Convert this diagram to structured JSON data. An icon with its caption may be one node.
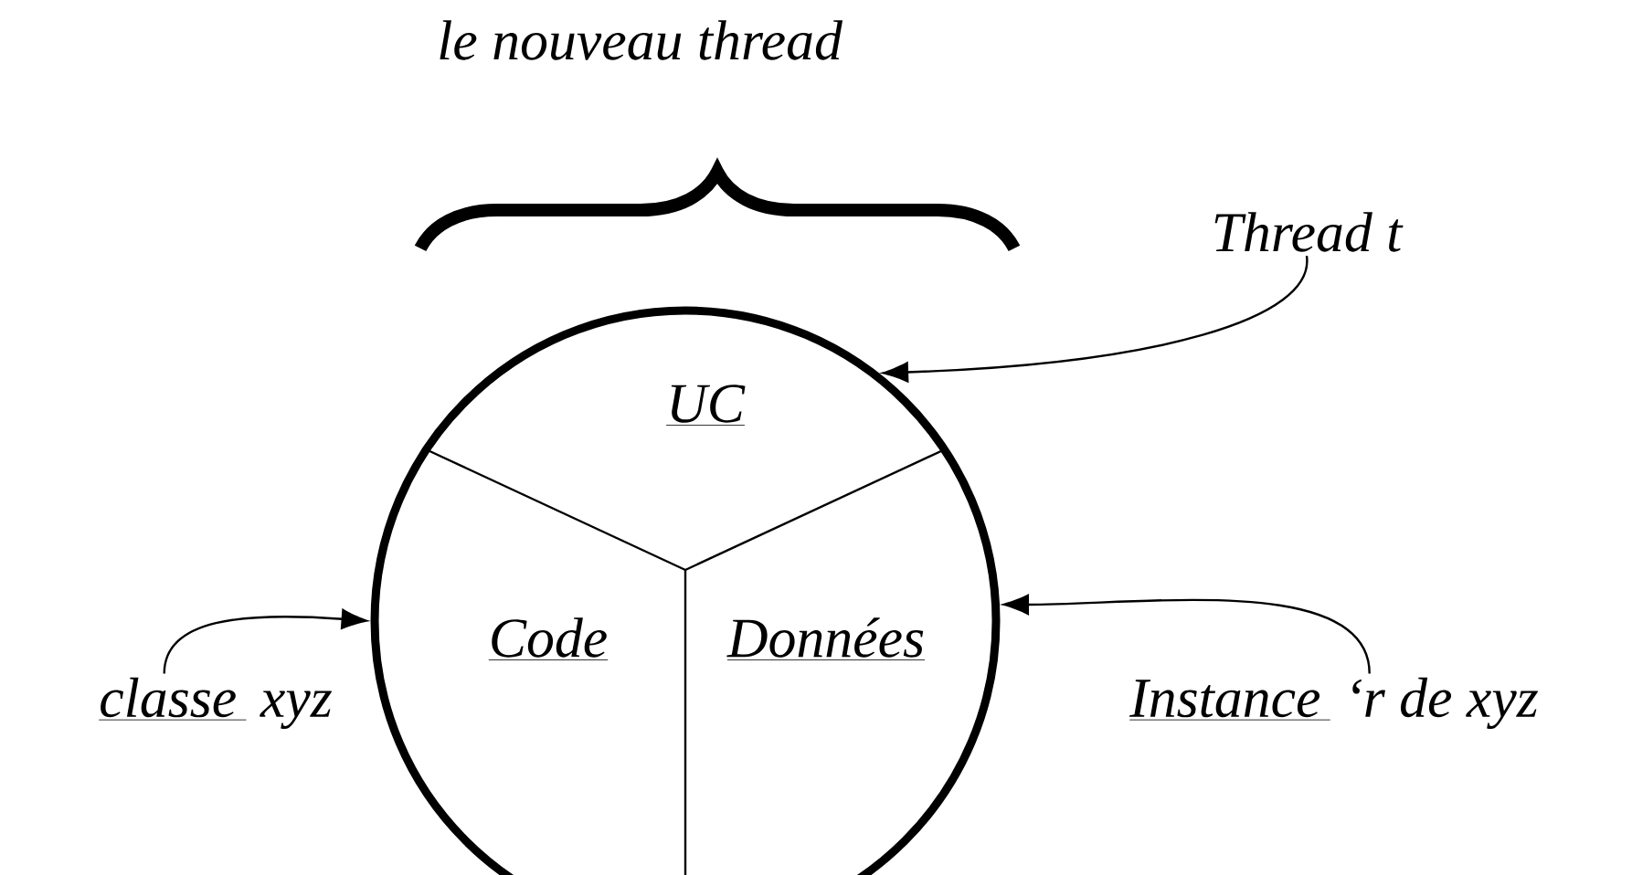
{
  "diagram": {
    "nodes": [
      {
        "text": [],
        "shape": "circle"
      },
      {
        "text": [
          "Thread t"
        ]
      },
      {
        "text": [
          "classe",
          "xyz"
        ]
      },
      {
        "text": [
          "Instance",
          "‘r de xyz"
        ]
      }
    ],
    "edges": [
      {
        "from": 1,
        "to": 0,
        "arrow": "to"
      },
      {
        "from": 2,
        "to": 0,
        "arrow": "to"
      },
      {
        "from": 3,
        "to": 0,
        "arrow": "to"
      }
    ],
    "labels": [
      "le nouveau thread",
      "UC",
      "Code",
      "Données"
    ]
  }
}
